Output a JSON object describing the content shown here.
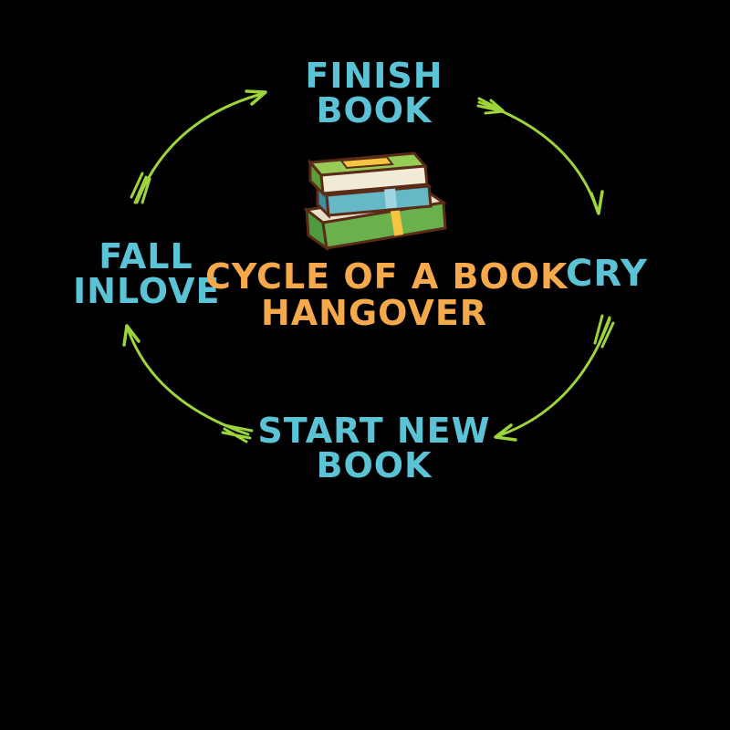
{
  "title": {
    "line1": "CYCLE OF A BOOK",
    "line2": "HANGOVER"
  },
  "cycle": [
    {
      "id": "finish",
      "lines": [
        "FINISH",
        "BOOK"
      ]
    },
    {
      "id": "cry",
      "lines": [
        "CRY"
      ]
    },
    {
      "id": "start",
      "lines": [
        "START NEW",
        "BOOK"
      ]
    },
    {
      "id": "fall",
      "lines": [
        "FALL",
        "INLOVE"
      ]
    }
  ],
  "icon": "stacked-books-icon",
  "colors": {
    "background": "#000000",
    "node_text": "#5bc3d6",
    "title_text": "#f5a94a",
    "arrow": "#9cd43a"
  }
}
